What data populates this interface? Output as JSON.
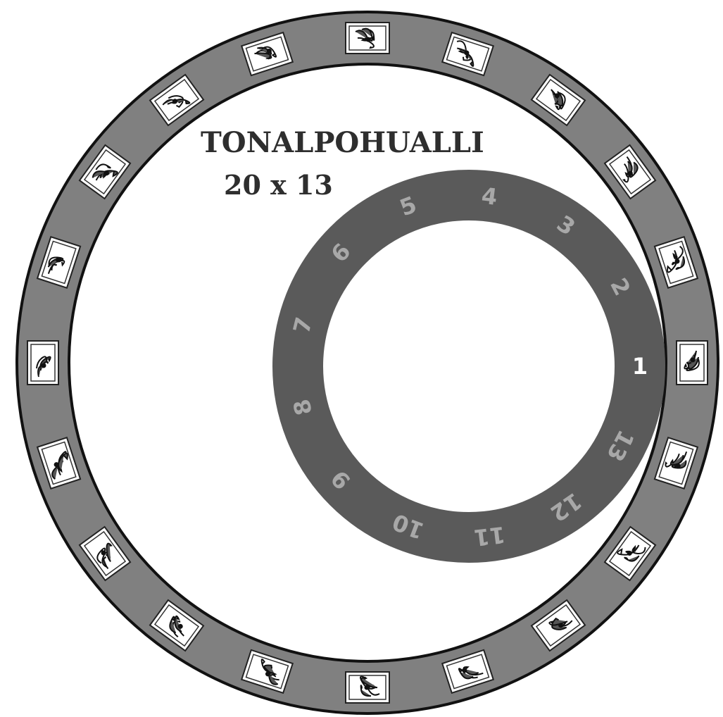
{
  "title": "TONALPOHUALLI",
  "subtitle": "20 x 13",
  "outer_wheel": {
    "day_sign_count": 20,
    "day_sign_icons": [
      "day-sign-glyph-1",
      "day-sign-glyph-2",
      "day-sign-glyph-3",
      "day-sign-glyph-4",
      "day-sign-glyph-5",
      "day-sign-glyph-6",
      "day-sign-glyph-7",
      "day-sign-glyph-8",
      "day-sign-glyph-9",
      "day-sign-glyph-10",
      "day-sign-glyph-11",
      "day-sign-glyph-12",
      "day-sign-glyph-13",
      "day-sign-glyph-14",
      "day-sign-glyph-15",
      "day-sign-glyph-16",
      "day-sign-glyph-17",
      "day-sign-glyph-18",
      "day-sign-glyph-19",
      "day-sign-glyph-20"
    ]
  },
  "inner_wheel": {
    "numbers": [
      "1",
      "2",
      "3",
      "4",
      "5",
      "6",
      "7",
      "8",
      "9",
      "10",
      "11",
      "12",
      "13"
    ],
    "highlight": "1"
  },
  "colors": {
    "outer_band": "#808080",
    "inner_band": "#5a5a5a",
    "number_text": "#a8a8a8",
    "highlight_text": "#ffffff",
    "outline": "#111111"
  }
}
